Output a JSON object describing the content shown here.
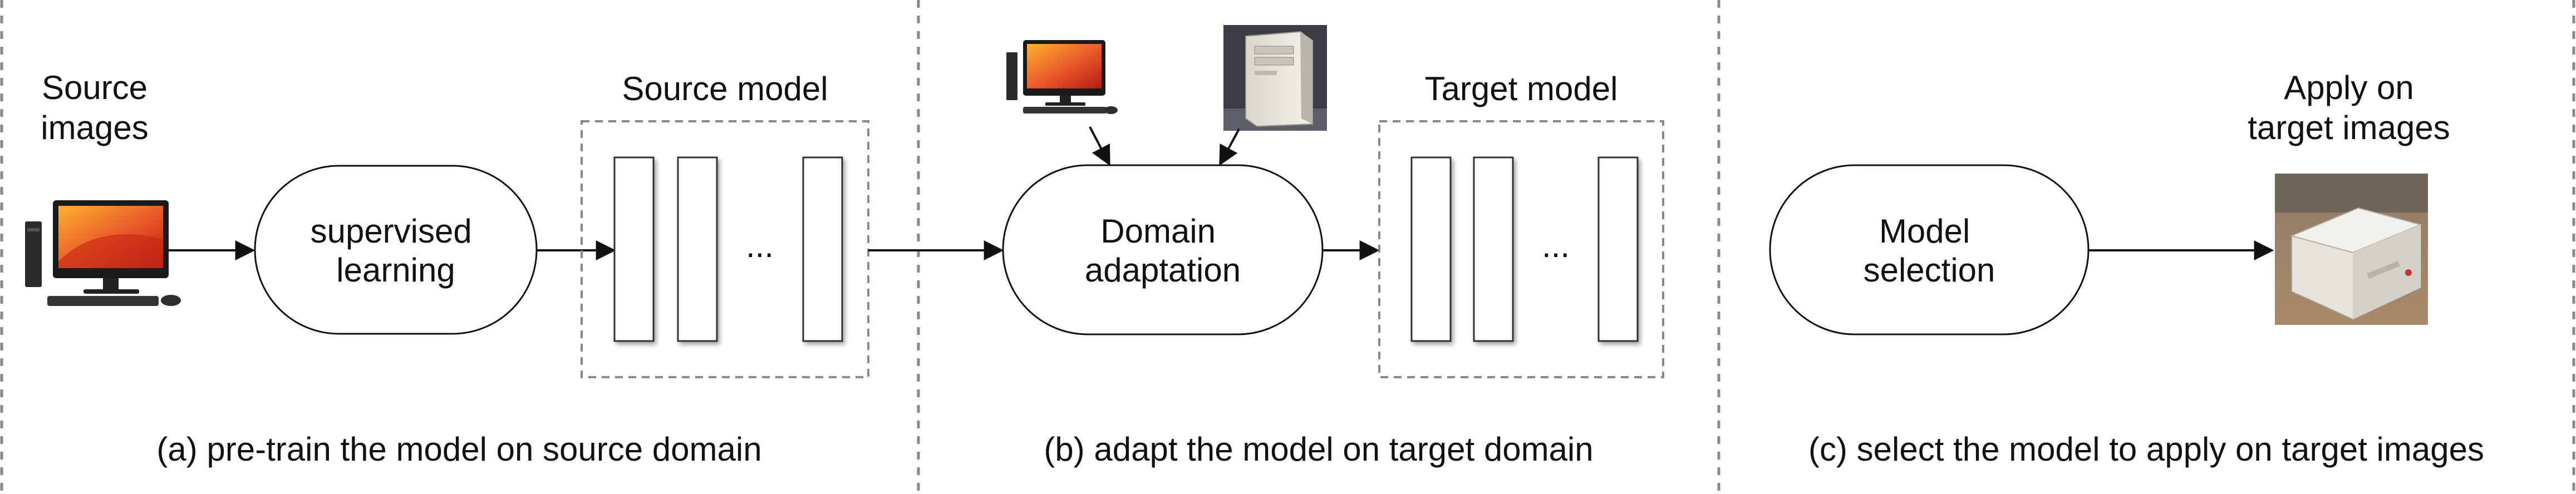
{
  "panels": {
    "a": {
      "source_images_label": "Source\nimages",
      "source_model_label": "Source model",
      "process_label": [
        "supervised",
        "learning"
      ],
      "dots": "...",
      "caption": "(a) pre-train the model on source domain"
    },
    "b": {
      "target_model_label": "Target model",
      "process_label": [
        "Domain",
        "adaptation"
      ],
      "dots": "...",
      "caption": "(b) adapt the model on target domain"
    },
    "c": {
      "apply_label": "Apply on\ntarget images",
      "process_label": [
        "Model",
        "selection"
      ],
      "caption": "(c) select the model to apply on target images"
    }
  },
  "icons": [
    "desktop-computer-icon",
    "pc-tower-photo",
    "beige-pc-photo"
  ],
  "colors": {
    "stroke": "#111111",
    "dashed": "#888888",
    "screen": "#e8562a"
  }
}
